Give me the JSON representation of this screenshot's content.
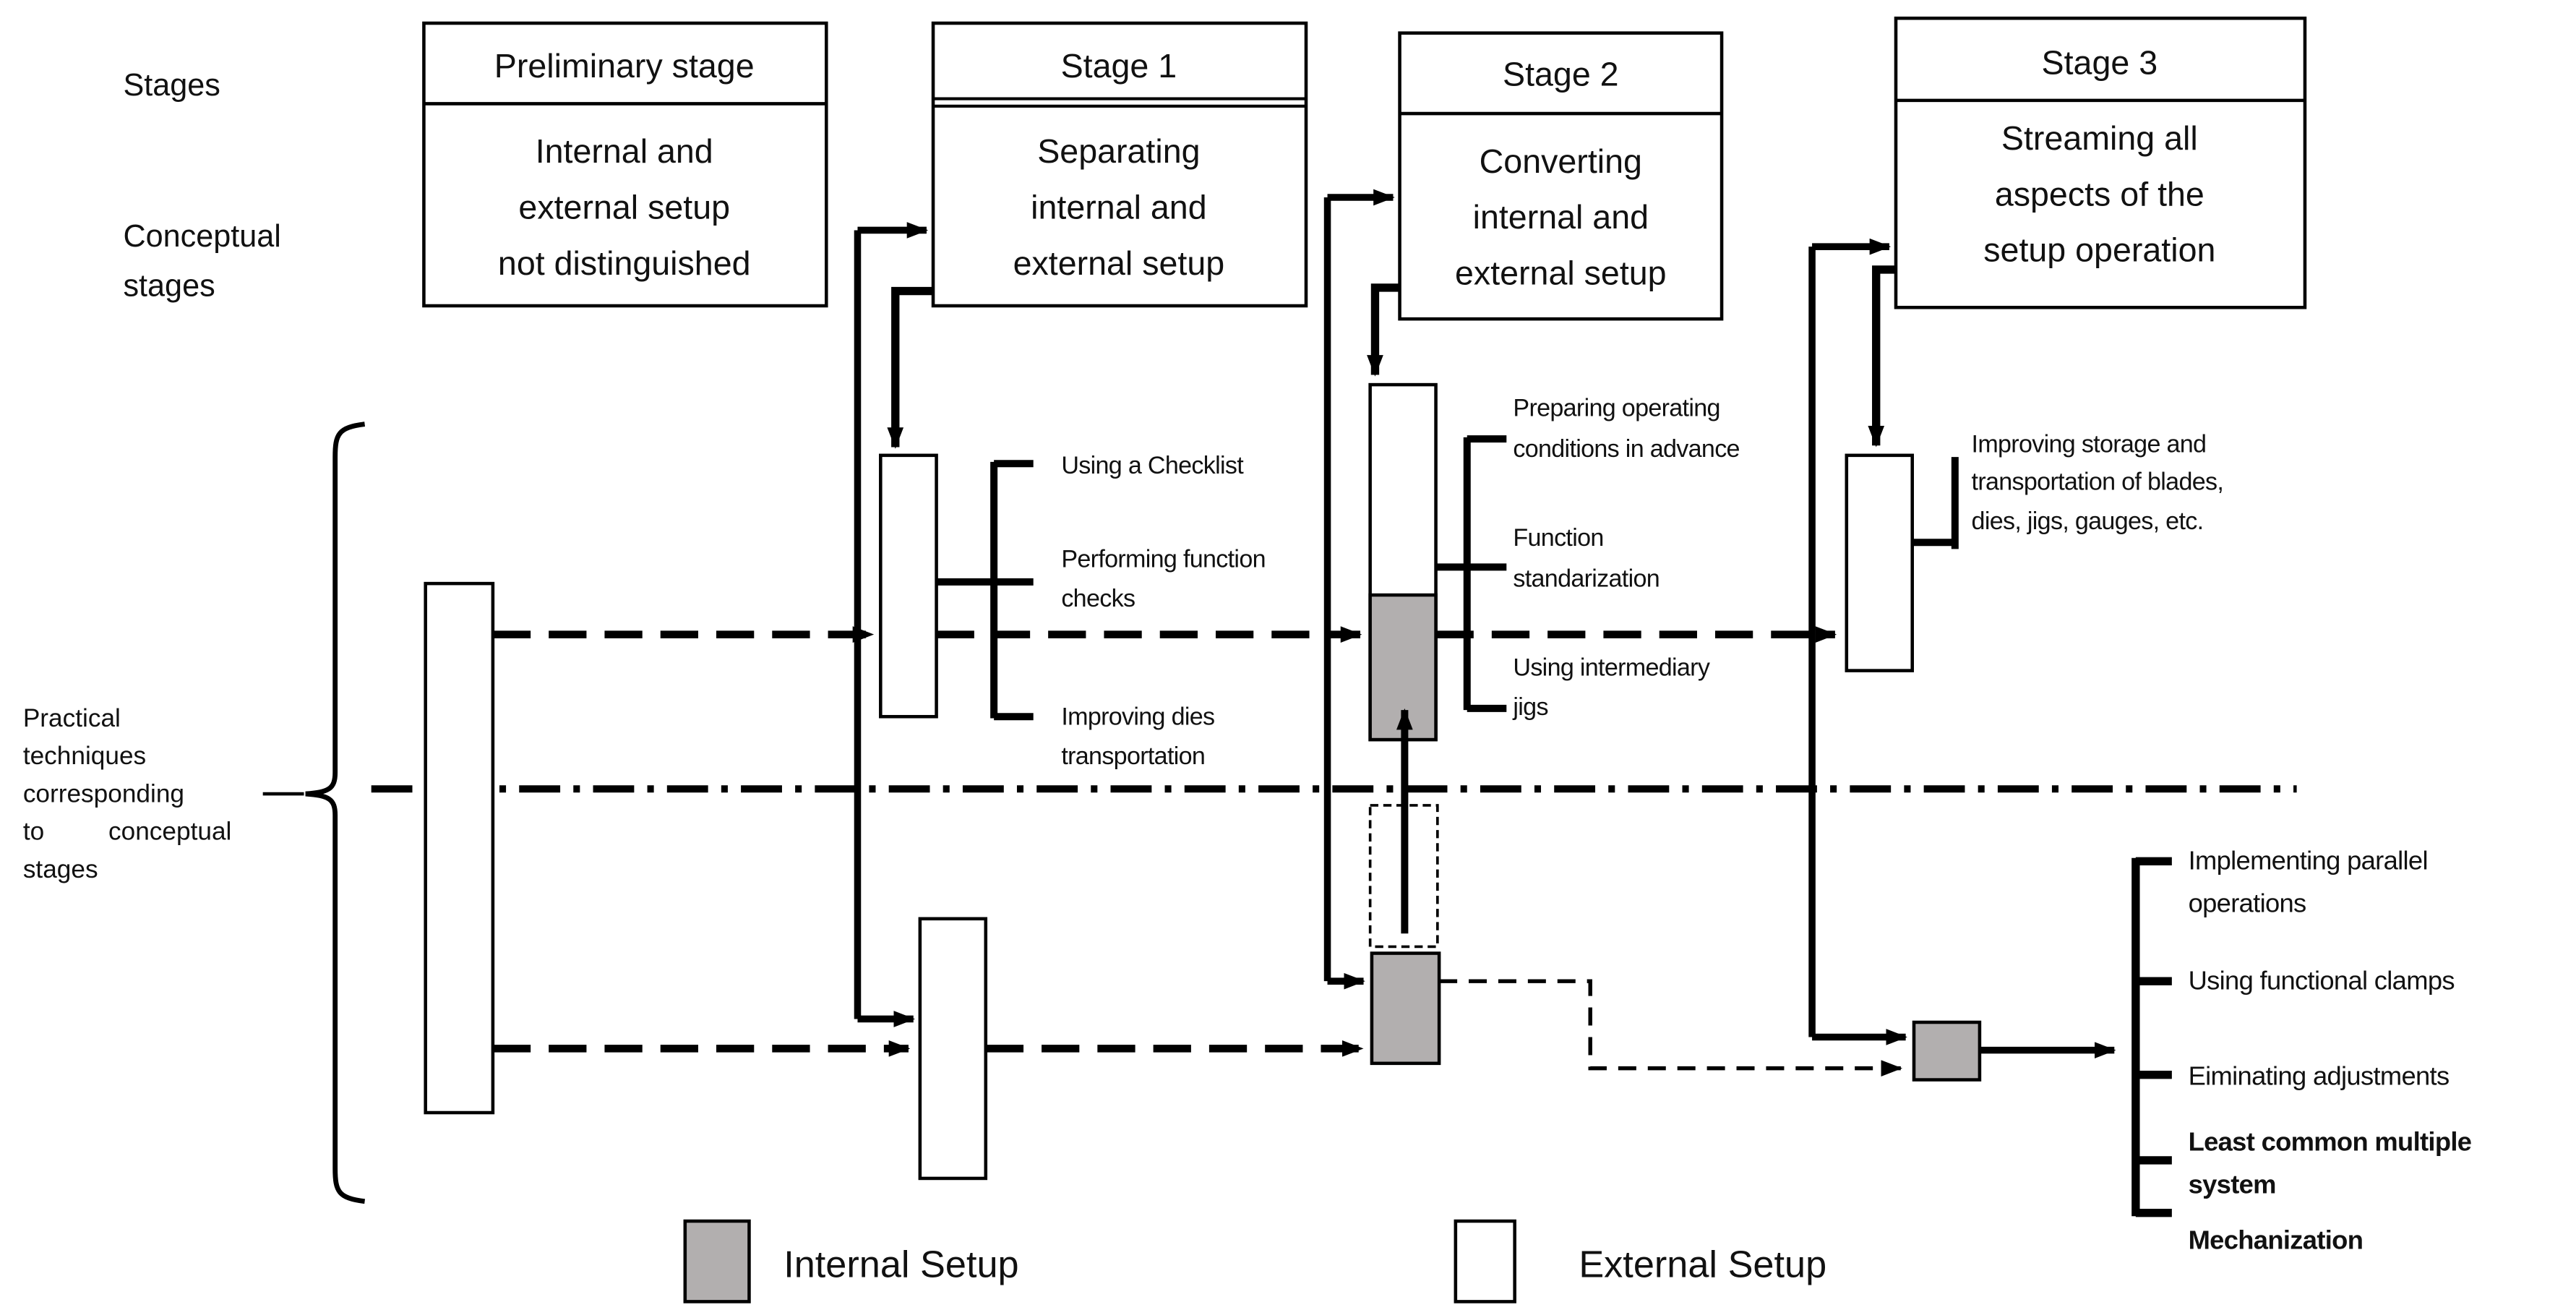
{
  "colors": {
    "gray": "#b2afaf",
    "black": "#000000"
  },
  "row_labels": {
    "stages": "Stages",
    "conceptual_line1": "Conceptual",
    "conceptual_line2": "stages"
  },
  "left_annotation": {
    "line1": "Practical",
    "line2": "techniques",
    "line3": "corresponding",
    "line4a": "to",
    "line4b": "conceptual",
    "line5": "stages"
  },
  "stage_boxes": {
    "preliminary": {
      "title": "Preliminary stage",
      "line1": "Internal and",
      "line2": "external setup",
      "line3": "not distinguished"
    },
    "stage1": {
      "title": "Stage 1",
      "line1": "Separating",
      "line2": "internal and",
      "line3": "external setup"
    },
    "stage2": {
      "title": "Stage 2",
      "line1": "Converting",
      "line2": "internal and",
      "line3": "external setup"
    },
    "stage3": {
      "title": "Stage 3",
      "line1": "Streaming all",
      "line2": "aspects of the",
      "line3": "setup operation"
    }
  },
  "stage1_techniques": {
    "item1": "Using a Checklist",
    "item2_line1": "Performing  function",
    "item2_line2": "checks",
    "item3_line1": "Improving dies",
    "item3_line2": "transportation"
  },
  "stage2_techniques": {
    "item1_line1": "Preparing operating",
    "item1_line2": "conditions in advance",
    "item2_line1": "Function",
    "item2_line2": "standarization",
    "item3_line1": "Using intermediary",
    "item3_line2": "jigs"
  },
  "stage3_techniques": {
    "item1_line1": "Improving storage and",
    "item1_line2": "transportation of blades,",
    "item1_line3": "dies, jigs, gauges, etc."
  },
  "final_techniques": {
    "item1_line1": "Implementing parallel",
    "item1_line2": "operations",
    "item2": "Using functional clamps",
    "item3": "Eiminating adjustments",
    "item4_line1": "Least common multiple",
    "item4_line2": "system",
    "item5": "Mechanization"
  },
  "legend": {
    "internal": "Internal Setup",
    "external": "External Setup"
  }
}
